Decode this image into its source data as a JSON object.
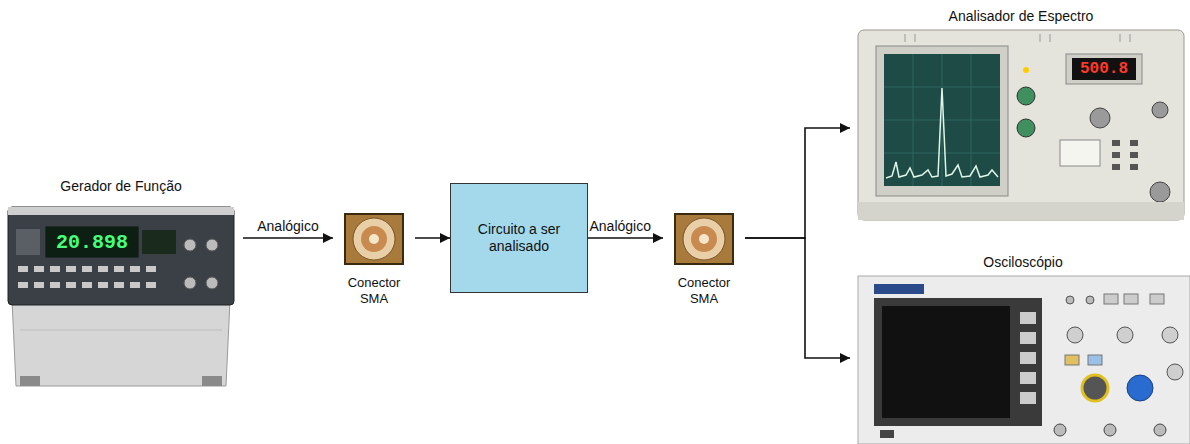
{
  "diagram": {
    "nodes": [
      {
        "text": [
          "Gerador de Função"
        ]
      },
      {
        "text": [
          "Conector SMA"
        ]
      },
      {
        "text": [
          "Circuito a ser analisado"
        ]
      },
      {
        "text": [
          "Conector SMA"
        ]
      },
      {
        "text": [
          "Analisador de Espectro"
        ]
      },
      {
        "text": [
          "Osciloscópio"
        ]
      }
    ],
    "edges": [
      {
        "from": 0,
        "to": 1,
        "label": "Analógico",
        "arrow": "to"
      },
      {
        "from": 1,
        "to": 2,
        "arrow": "to"
      },
      {
        "from": 2,
        "to": 3,
        "label": "Analógico",
        "arrow": "to"
      },
      {
        "from": 3,
        "to": 4,
        "arrow": "to"
      },
      {
        "from": 3,
        "to": 5,
        "arrow": "to"
      }
    ],
    "labels": [
      "20.898",
      "500.8"
    ]
  }
}
